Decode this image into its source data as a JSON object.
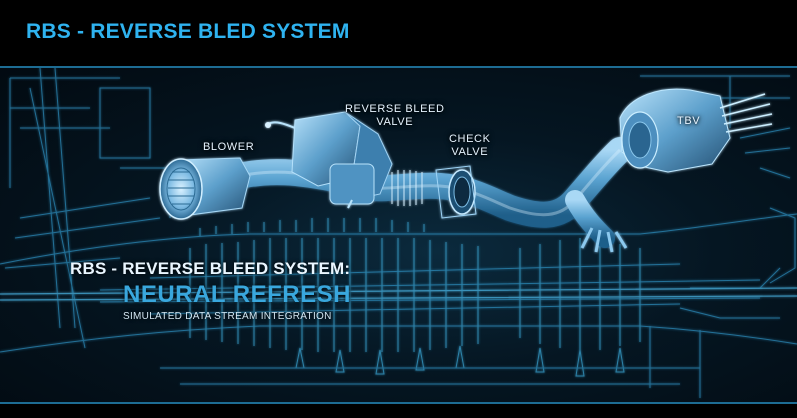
{
  "header": {
    "title": "RBS - REVERSE BLED SYSTEM"
  },
  "callouts": {
    "blower": "BLOWER",
    "reverse_bleed_valve": "REVERSE BLEED\nVALVE",
    "check_valve": "CHECK\nVALVE",
    "tbv": "TBV"
  },
  "overlay": {
    "heading": "RBS - REVERSE BLEED SYSTEM:",
    "title": "NEURAL REFRESH",
    "subtitle": "SIMULATED DATA STREAM INTEGRATION"
  },
  "colors": {
    "title_blue": "#2fb3f0",
    "schematic_line": "#3aa7d6",
    "panel_border": "#1d6c93",
    "component_blue": "#6fb8e6",
    "background": "#000000"
  }
}
